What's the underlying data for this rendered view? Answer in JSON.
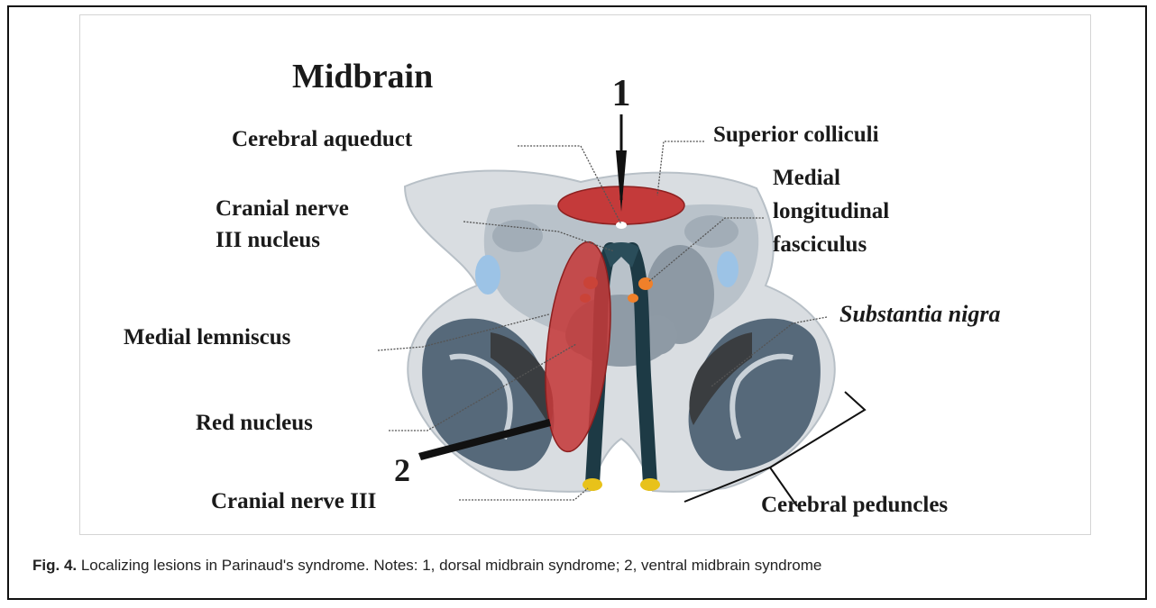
{
  "figure": {
    "title": "Midbrain",
    "markers": {
      "dorsal": "1",
      "ventral": "2"
    },
    "labels": {
      "cerebral_aqueduct": "Cerebral aqueduct",
      "superior_colliculi": "Superior colliculi",
      "cn3_nucleus_line1": "Cranial nerve",
      "cn3_nucleus_line2": "III nucleus",
      "mlf_line1": "Medial",
      "mlf_line2": "longitudinal",
      "mlf_line3": "fasciculus",
      "medial_lemniscus": "Medial lemniscus",
      "substantia_nigra": "Substantia nigra",
      "red_nucleus": "Red nucleus",
      "cranial_nerve_3": "Cranial nerve III",
      "cerebral_peduncles": "Cerebral peduncles"
    },
    "colors": {
      "lesion_fill": "#c43a3a",
      "tissue_light": "#d9dde1",
      "tissue_mid": "#9aa6b1",
      "tissue_dark": "#4e6373",
      "nerve": "#1d3a45",
      "nerve_tip": "#e8c21a",
      "nucleus": "#f0802a",
      "nigra": "#3a3d40"
    }
  },
  "caption": {
    "label": "Fig. 4.",
    "text": " Localizing lesions in Parinaud's syndrome. Notes: 1, dorsal midbrain syndrome; 2, ventral midbrain syndrome"
  }
}
